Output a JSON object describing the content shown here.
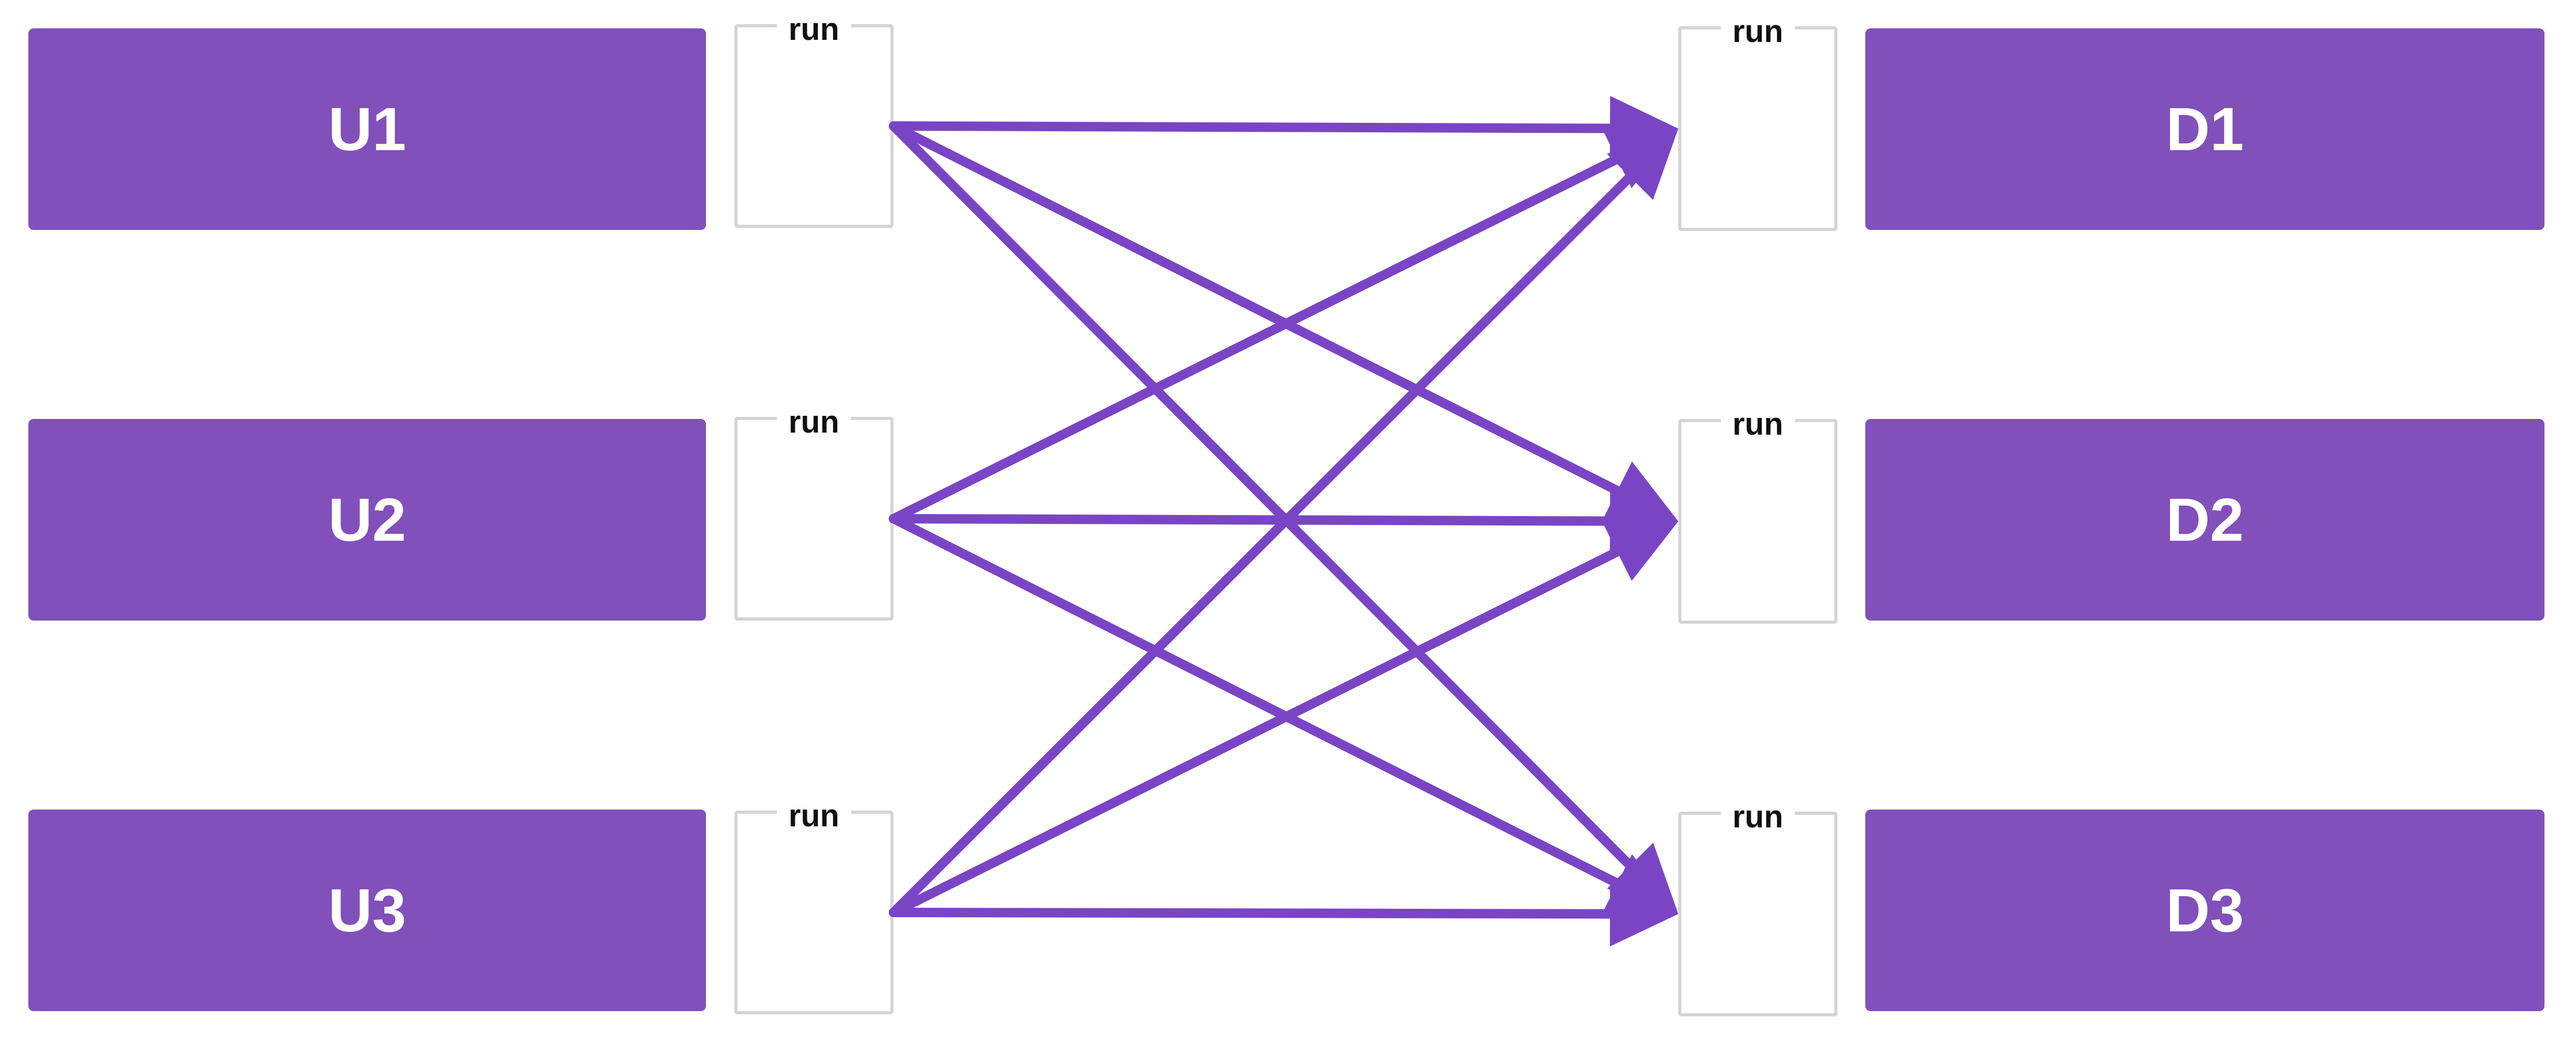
{
  "diagram": {
    "accent_color": "#8150ba",
    "edge_color": "#7a45c4",
    "port_border_color": "#d4d4d4",
    "upstream": [
      {
        "id": "u1",
        "label": "U1",
        "port_label": "run"
      },
      {
        "id": "u2",
        "label": "U2",
        "port_label": "run"
      },
      {
        "id": "u3",
        "label": "U3",
        "port_label": "run"
      }
    ],
    "downstream": [
      {
        "id": "d1",
        "label": "D1",
        "port_label": "run"
      },
      {
        "id": "d2",
        "label": "D2",
        "port_label": "run"
      },
      {
        "id": "d3",
        "label": "D3",
        "port_label": "run"
      }
    ],
    "edges": [
      {
        "from": "u1",
        "to": "d1"
      },
      {
        "from": "u1",
        "to": "d2"
      },
      {
        "from": "u1",
        "to": "d3"
      },
      {
        "from": "u2",
        "to": "d1"
      },
      {
        "from": "u2",
        "to": "d2"
      },
      {
        "from": "u2",
        "to": "d3"
      },
      {
        "from": "u3",
        "to": "d1"
      },
      {
        "from": "u3",
        "to": "d2"
      },
      {
        "from": "u3",
        "to": "d3"
      }
    ]
  }
}
